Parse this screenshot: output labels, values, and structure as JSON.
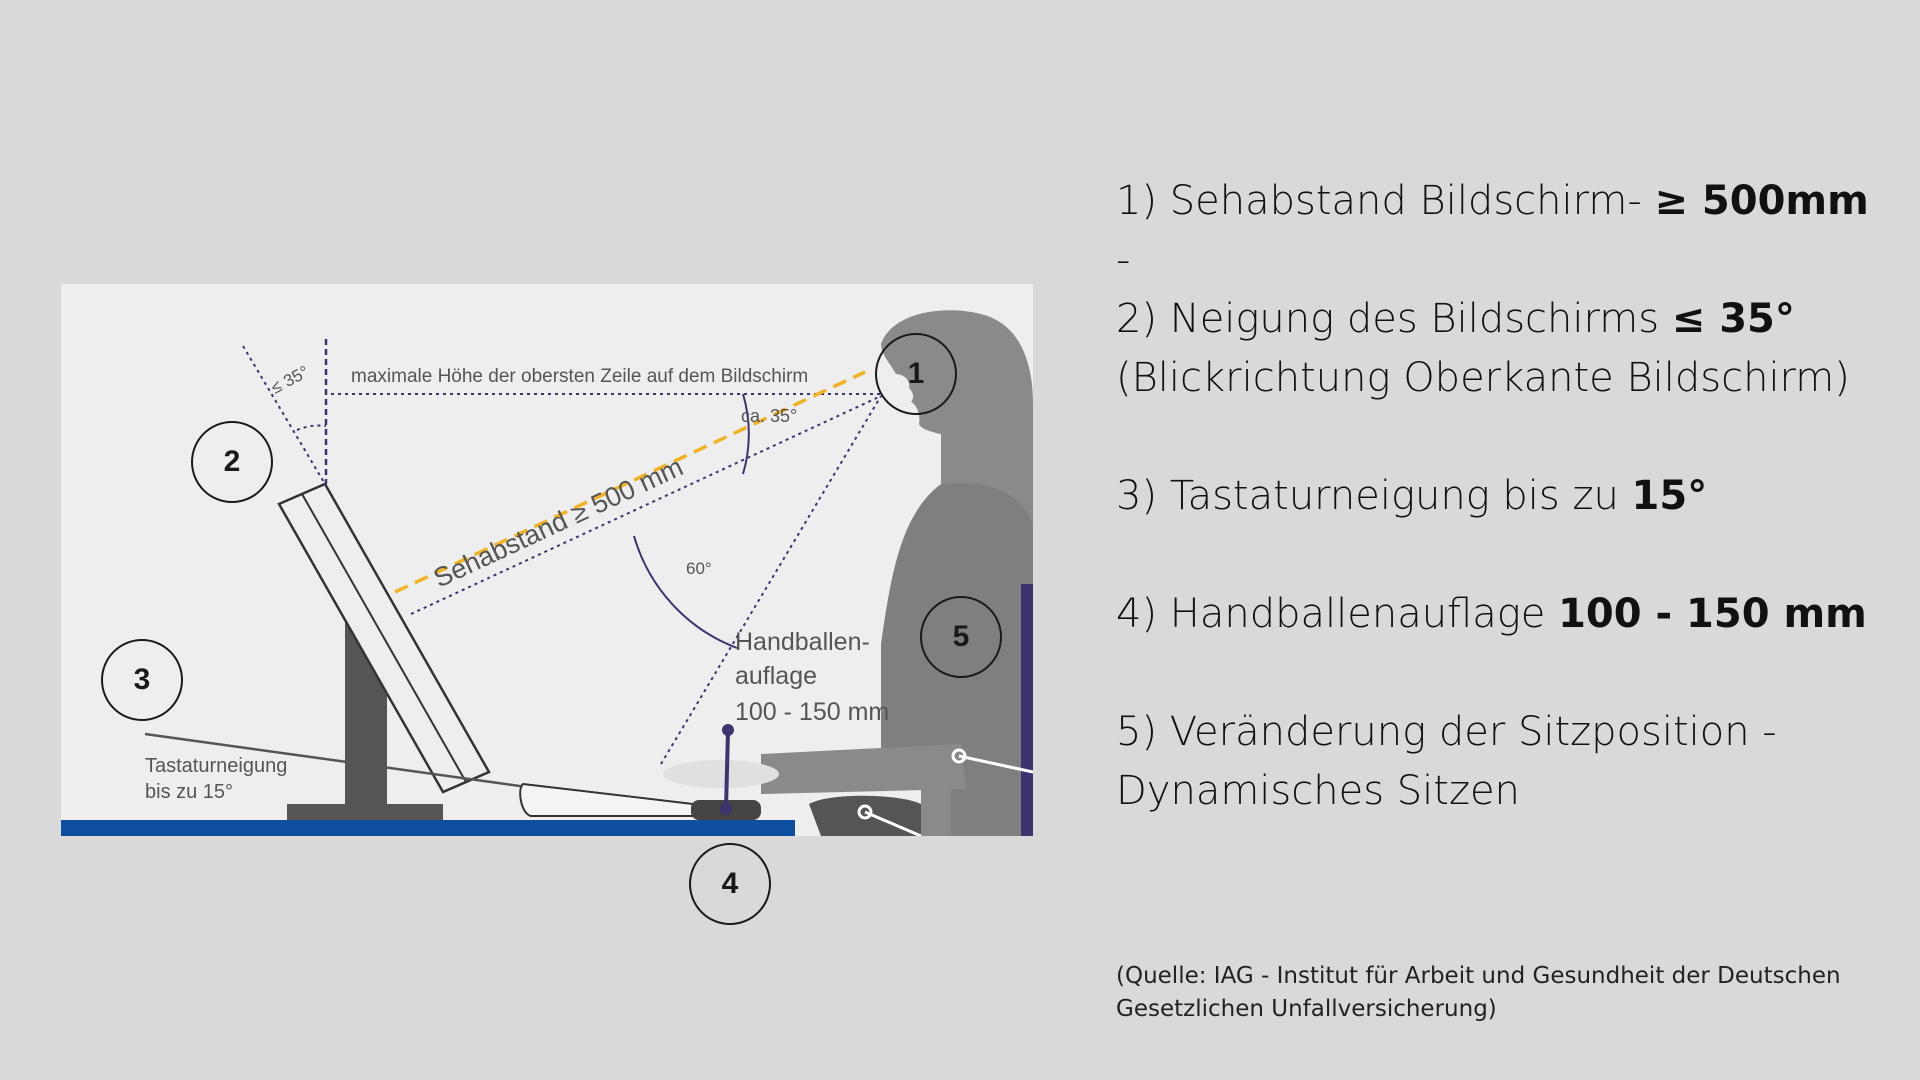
{
  "diagram": {
    "labels": {
      "max_height": "maximale Höhe der obersten Zeile auf dem Bildschirm",
      "angle_35_top": "≤ 35°",
      "angle_ca35": "ca. 35°",
      "sehabstand": "Sehabstand ≥ 500 mm",
      "angle_60": "60°",
      "handballen_1": "Handballen-",
      "handballen_2": "auflage",
      "handballen_3": "100 - 150 mm",
      "tastatur_1": "Tastaturneigung",
      "tastatur_2": "bis zu 15°"
    },
    "markers": [
      "1",
      "2",
      "3",
      "4",
      "5"
    ],
    "colors": {
      "desk": "#0d4ea0",
      "sightline": "#f0b323",
      "person": "#8a8a8a",
      "dark": "#555555",
      "purple": "#3e3270"
    }
  },
  "legend": {
    "item1_text": "1) Sehabstand Bildschirm- ",
    "item1_bold": "≥ 500mm",
    "item1_dash": "-",
    "item2_text": "2) Neigung des Bildschirms ",
    "item2_bold": "≤ 35°",
    "item2_line2": "(Blickrichtung Oberkante Bildschirm)",
    "item3_text": "3) Tastaturneigung bis zu ",
    "item3_bold": "15°",
    "item4_text": "4) Handballenauflage ",
    "item4_bold": "100 - 150 mm",
    "item5_text": "5) Veränderung der Sitzposition -",
    "item5_line2": "Dynamisches Sitzen"
  },
  "source": {
    "line1": "(Quelle: IAG - Institut für Arbeit und Gesundheit der Deutschen",
    "line2": "Gesetzlichen Unfallversicherung)"
  }
}
